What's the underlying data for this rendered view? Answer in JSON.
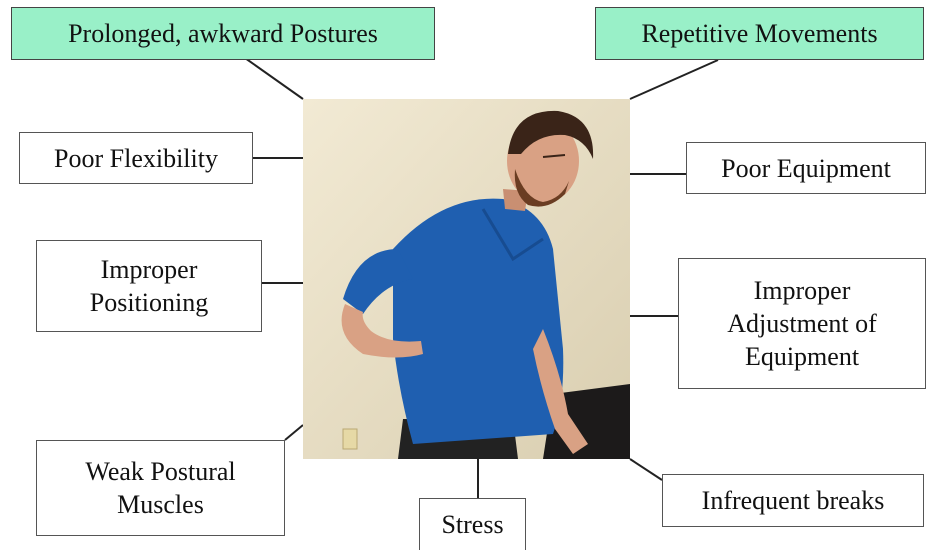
{
  "labels": {
    "prolonged_postures": "Prolonged, awkward Postures",
    "repetitive_movements": "Repetitive Movements",
    "poor_flexibility": "Poor Flexibility",
    "poor_equipment": "Poor Equipment",
    "improper_positioning": [
      "Improper",
      "Positioning"
    ],
    "improper_adjustment": [
      "Improper",
      "Adjustment of",
      "Equipment"
    ],
    "weak_postural_muscles": [
      "Weak Postural",
      "Muscles"
    ],
    "stress": "Stress",
    "infrequent_breaks": "Infrequent breaks"
  },
  "colors": {
    "highlight_box": "#99f0c8",
    "scrubs": "#1f5fb0",
    "wall": "#ece3c9"
  }
}
